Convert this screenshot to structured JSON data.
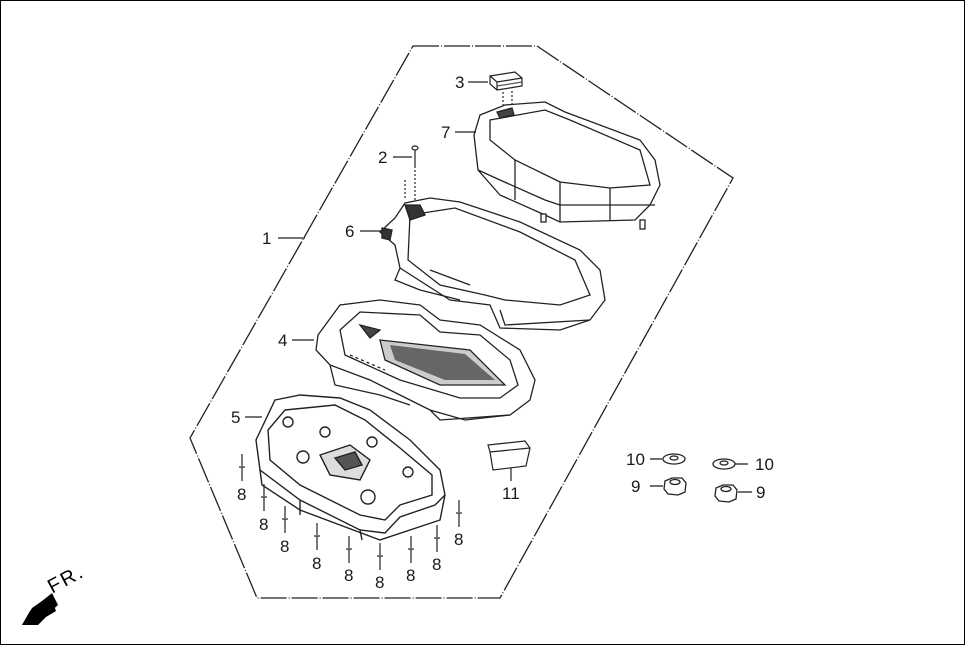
{
  "diagram": {
    "type": "exploded-parts-diagram",
    "subject": "instrument cluster / meter assembly",
    "direction_indicator": {
      "label": "FR.",
      "icon": "front-direction-arrow-icon"
    },
    "group_outline": {
      "label": "1",
      "style": "dash-dot"
    },
    "callouts": [
      {
        "id": "c1",
        "label": "1",
        "part": "meter assembly (outline group)"
      },
      {
        "id": "c2",
        "label": "2",
        "part": "pin / screw"
      },
      {
        "id": "c3",
        "label": "3",
        "part": "small block / clip"
      },
      {
        "id": "c4",
        "label": "4",
        "part": "display panel / meter inner"
      },
      {
        "id": "c5",
        "label": "5",
        "part": "lower case"
      },
      {
        "id": "c6",
        "label": "6",
        "part": "bezel frame"
      },
      {
        "id": "c7",
        "label": "7",
        "part": "upper cover / lens"
      },
      {
        "id": "c8",
        "label": "8",
        "part": "screw",
        "count": 9
      },
      {
        "id": "c9a",
        "label": "9",
        "part": "nut"
      },
      {
        "id": "c9b",
        "label": "9",
        "part": "nut"
      },
      {
        "id": "c10a",
        "label": "10",
        "part": "washer"
      },
      {
        "id": "c10b",
        "label": "10",
        "part": "washer"
      },
      {
        "id": "c11",
        "label": "11",
        "part": "foam / pad block"
      }
    ]
  }
}
